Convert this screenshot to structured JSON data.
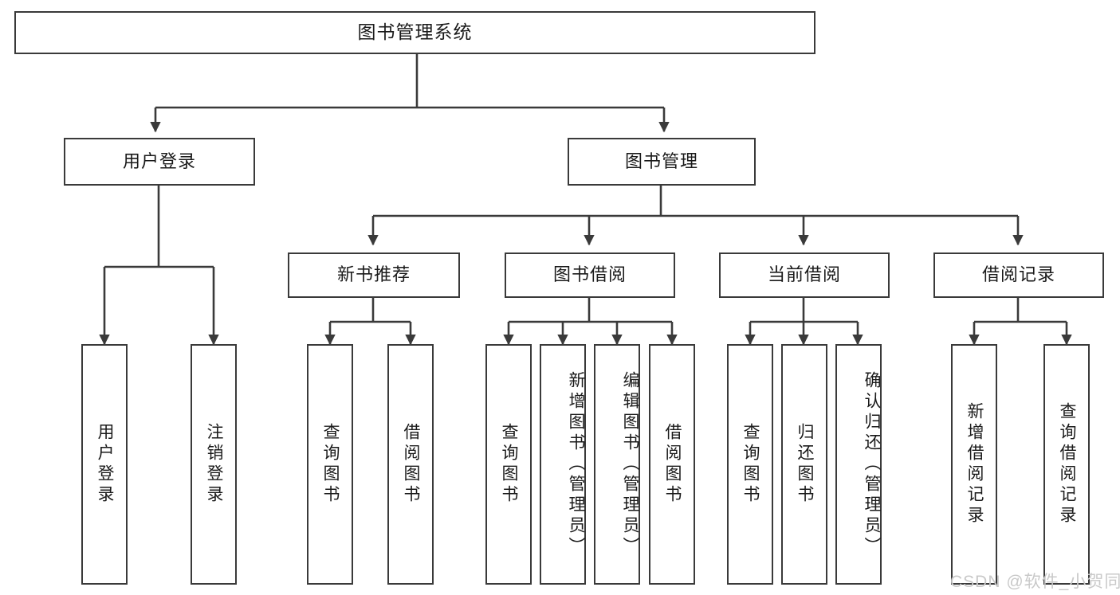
{
  "diagram": {
    "type": "tree-hierarchy",
    "title": "图书管理系统",
    "watermark": "CSDN @软件_小贺同学",
    "colors": {
      "box_border": "#3a3a3a",
      "box_fill": "#ffffff",
      "edge": "#3a3a3a",
      "text": "#1a1a1a",
      "watermark": "#c9c9c9",
      "background": "#ffffff"
    },
    "root": {
      "label": "图书管理系统"
    },
    "level2": [
      {
        "label": "用户登录"
      },
      {
        "label": "图书管理"
      }
    ],
    "level3": [
      {
        "label": "新书推荐"
      },
      {
        "label": "图书借阅"
      },
      {
        "label": "当前借阅"
      },
      {
        "label": "借阅记录"
      }
    ],
    "leaves": {
      "user_login": [
        {
          "label": "用户登录"
        },
        {
          "label": "注销登录"
        }
      ],
      "new_book_recommend": [
        {
          "label": "查询图书"
        },
        {
          "label": "借阅图书"
        }
      ],
      "book_borrow": [
        {
          "label": "查询图书"
        },
        {
          "label": "新增图书（管理员）"
        },
        {
          "label": "编辑图书（管理员）"
        },
        {
          "label": "借阅图书"
        }
      ],
      "current_borrow": [
        {
          "label": "查询图书"
        },
        {
          "label": "归还图书"
        },
        {
          "label": "确认归还（管理员）"
        }
      ],
      "borrow_records": [
        {
          "label": "新增借阅记录"
        },
        {
          "label": "查询借阅记录"
        }
      ]
    }
  }
}
